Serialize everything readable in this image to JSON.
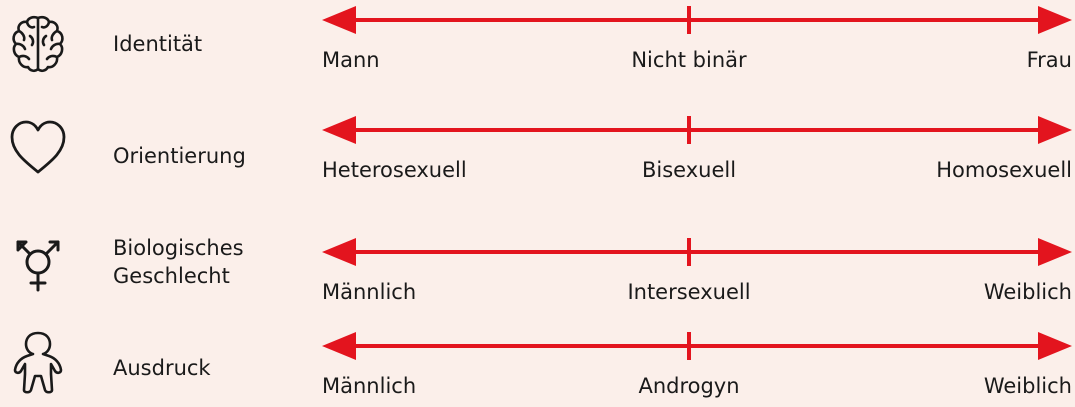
{
  "colors": {
    "background": "#fbefea",
    "arrow": "#e3141e",
    "text": "#1a1a1a"
  },
  "rows": [
    {
      "icon": "brain-icon",
      "label": "Identität",
      "left": "Mann",
      "middle": "Nicht binär",
      "right": "Frau"
    },
    {
      "icon": "heart-icon",
      "label": "Orientierung",
      "left": "Heterosexuell",
      "middle": "Bisexuell",
      "right": "Homosexuell"
    },
    {
      "icon": "transgender-symbol-icon",
      "label": "Biologisches\nGeschlecht",
      "left": "Männlich",
      "middle": "Intersexuell",
      "right": "Weiblich"
    },
    {
      "icon": "person-icon",
      "label": "Ausdruck",
      "left": "Männlich",
      "middle": "Androgyn",
      "right": "Weiblich"
    }
  ]
}
